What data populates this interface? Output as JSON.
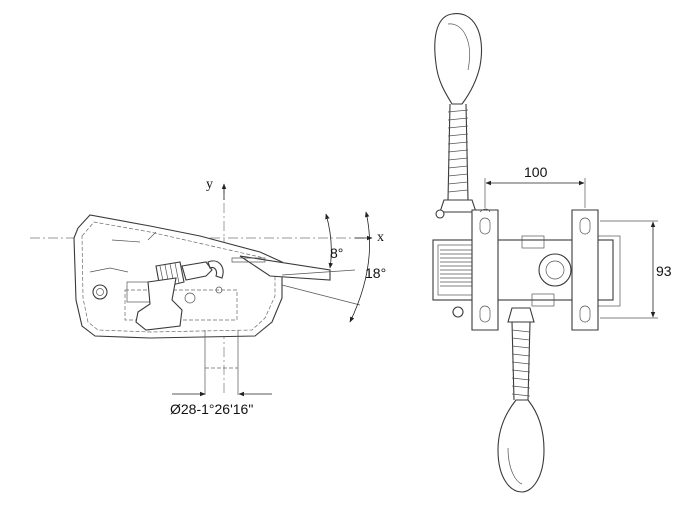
{
  "left_view": {
    "axis_y": "y",
    "axis_x": "x",
    "angle_small": "8°",
    "angle_large": "18°",
    "diameter_note": "Ø28-1°26'16\""
  },
  "right_view": {
    "width_dim": "100",
    "height_dim": "93"
  }
}
